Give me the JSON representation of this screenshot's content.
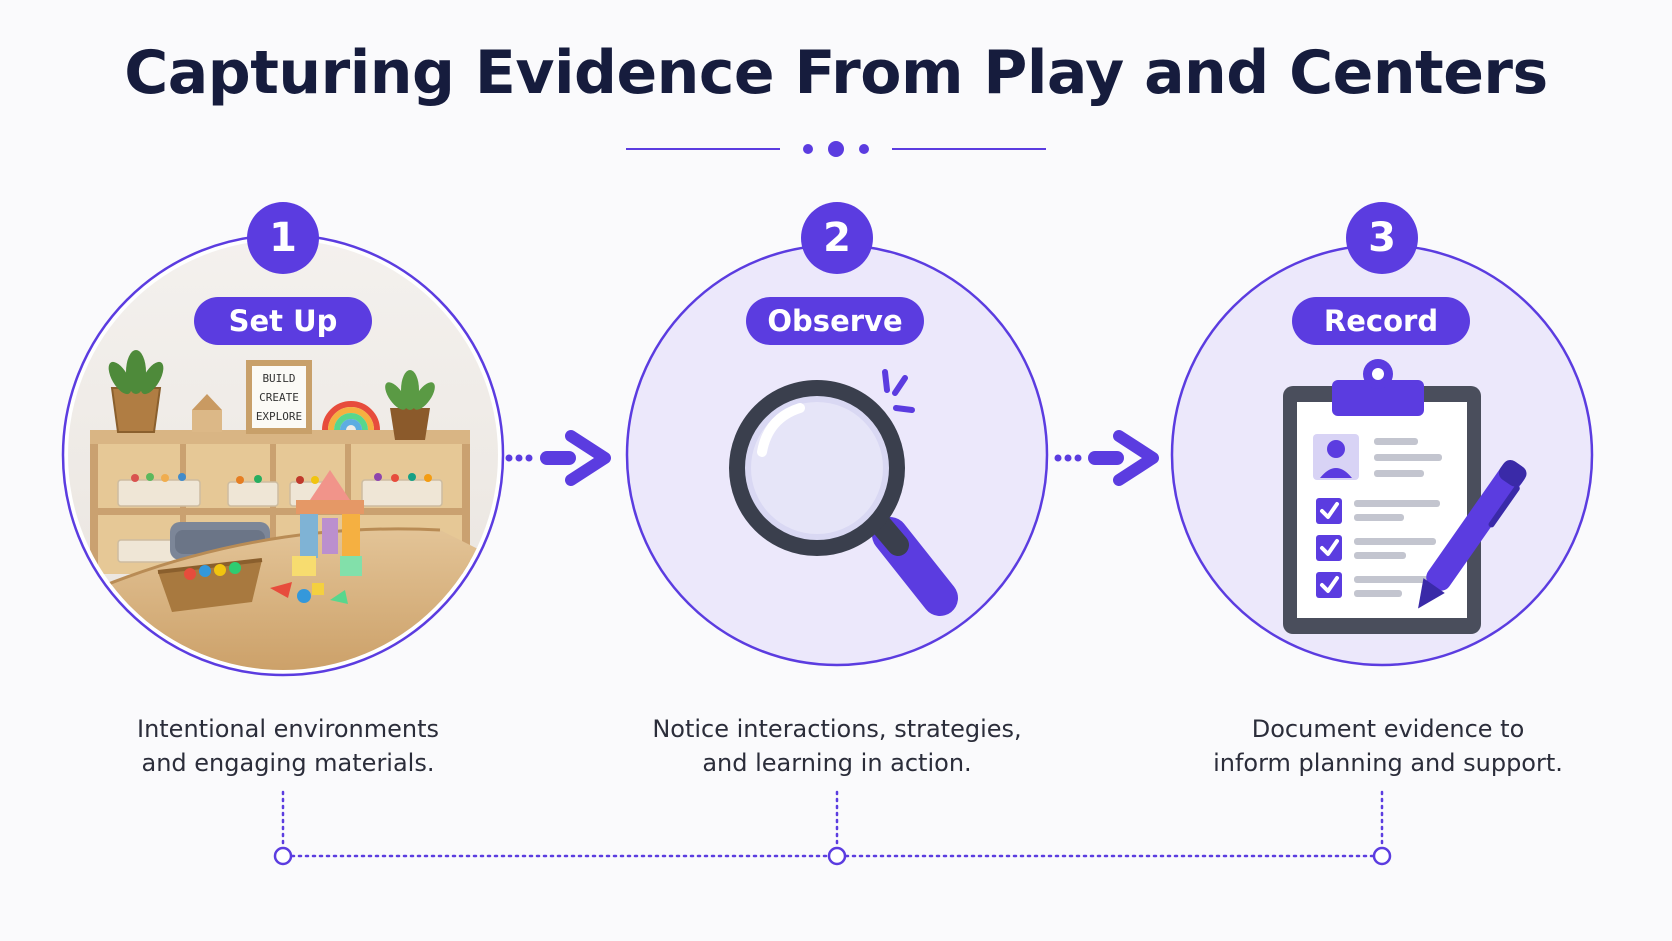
{
  "title": "Capturing Evidence From Play and Centers",
  "colors": {
    "accent": "#5b3ce0",
    "circle_fill": "#ece8fb",
    "title": "#161c3d",
    "text": "#2b2d3a"
  },
  "steps": [
    {
      "number": "1",
      "label": "Set Up",
      "description_line1": "Intentional environments",
      "description_line2": "and engaging materials.",
      "sign_lines": [
        "BUILD",
        "CREATE",
        "EXPLORE"
      ]
    },
    {
      "number": "2",
      "label": "Observe",
      "description_line1": "Notice interactions, strategies,",
      "description_line2": "and learning in action.",
      "icon": "magnifying-glass-icon"
    },
    {
      "number": "3",
      "label": "Record",
      "description_line1": "Document evidence to",
      "description_line2": "inform planning and support.",
      "icon": "clipboard-checklist-icon"
    }
  ]
}
